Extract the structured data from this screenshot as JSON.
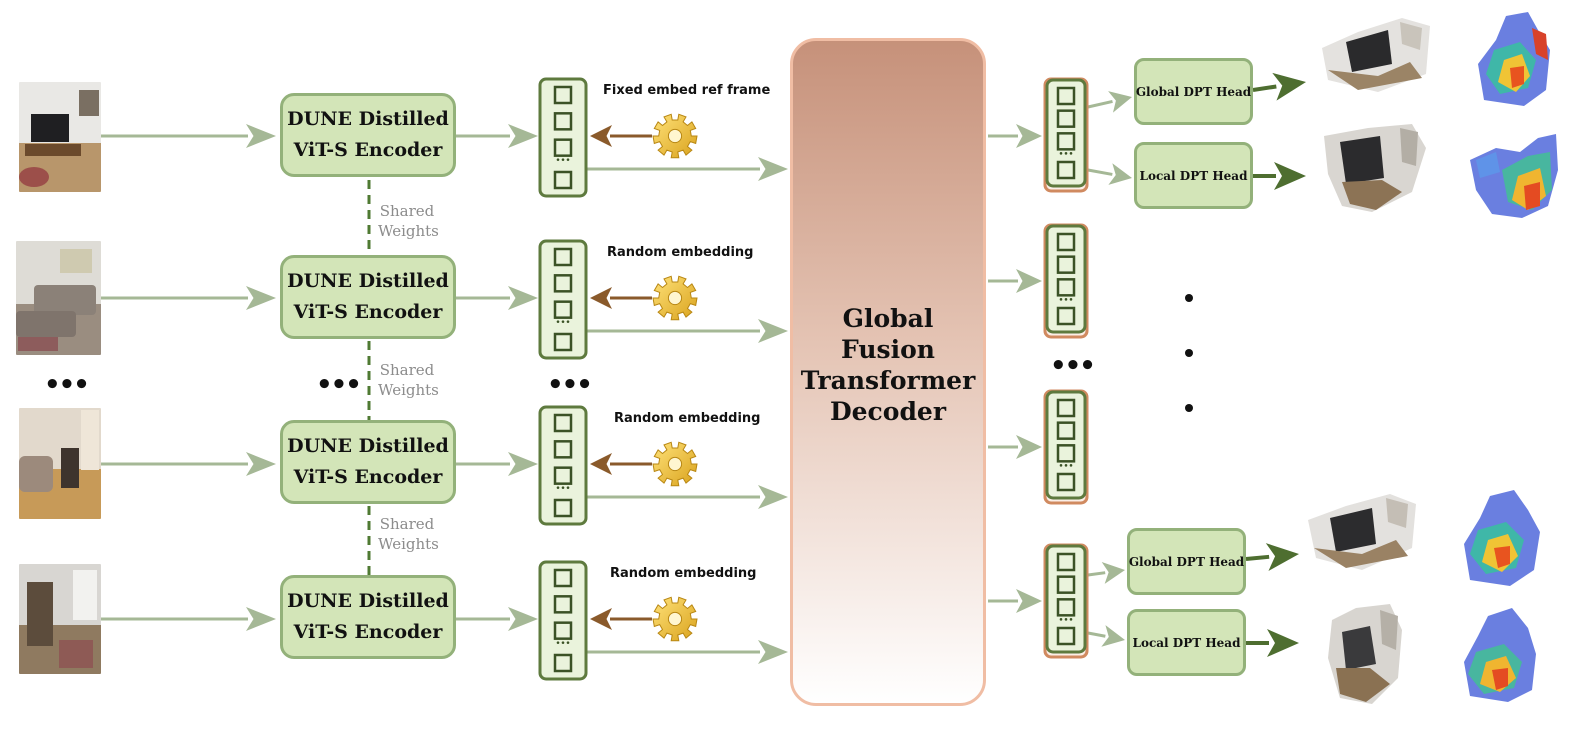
{
  "encoders": [
    {
      "line1": "DUNE Distilled",
      "line2": "ViT-S Encoder"
    },
    {
      "line1": "DUNE Distilled",
      "line2": "ViT-S Encoder"
    },
    {
      "line1": "DUNE Distilled",
      "line2": "ViT-S Encoder"
    },
    {
      "line1": "DUNE Distilled",
      "line2": "ViT-S Encoder"
    }
  ],
  "shared_weights": [
    {
      "line1": "Shared",
      "line2": "Weights"
    },
    {
      "line1": "Shared",
      "line2": "Weights"
    },
    {
      "line1": "Shared",
      "line2": "Weights"
    }
  ],
  "embedding_labels": [
    "Fixed embed ref frame",
    "Random embedding",
    "Random embedding",
    "Random embedding"
  ],
  "decoder": {
    "line1": "Global Fusion",
    "line2": "Transformer",
    "line3": "Decoder"
  },
  "heads": {
    "top_global": "Global DPT Head",
    "top_local": "Local DPT Head",
    "bottom_global": "Global DPT Head",
    "bottom_local": "Local DPT Head"
  },
  "ellipsis": "•••",
  "colors": {
    "encoder_fill": "#d3e5b8",
    "encoder_border": "#93b17a",
    "arrow": "#a5b896",
    "dark_arrow": "#4e6e30",
    "embed_arrow": "#8a5a2b",
    "decoder_top": "#c6917a",
    "decoder_border": "#f0bda4",
    "token_border": "#5e7a3e",
    "shared_line": "#4f7a33"
  },
  "icons": {
    "embedding_source": "gear-icon"
  }
}
